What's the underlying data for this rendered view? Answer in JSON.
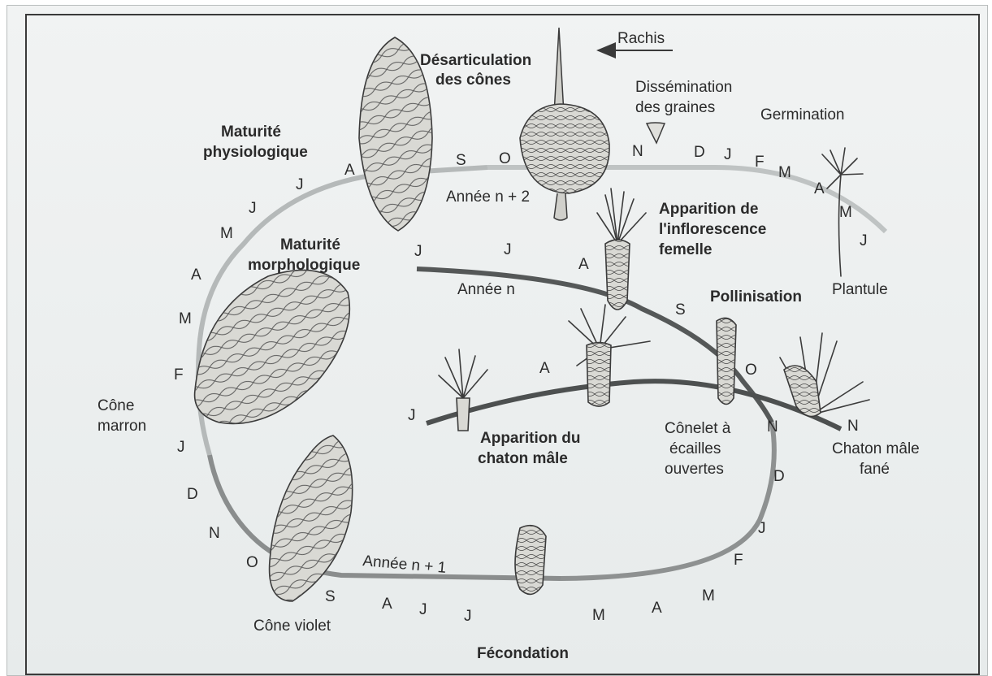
{
  "title": "",
  "stages": {
    "desarticulation": [
      "Désarticulation",
      "des cônes"
    ],
    "rachis": "Rachis",
    "dissemination": [
      "Dissémination",
      "des graines"
    ],
    "germination": "Germination",
    "maturite_physio": [
      "Maturité",
      "physiologique"
    ],
    "maturite_morpho": [
      "Maturité",
      "morphologique"
    ],
    "apparition_inflo": [
      "Apparition de",
      "l'inflorescence",
      "femelle"
    ],
    "pollinisation": "Pollinisation",
    "plantule": "Plantule",
    "cone_marron": [
      "Cône",
      "marron"
    ],
    "apparition_chaton": [
      "Apparition du",
      "chaton mâle"
    ],
    "conelet": [
      "Cônelet à",
      "écailles",
      "ouvertes"
    ],
    "chaton_fane": [
      "Chaton mâle",
      "fané"
    ],
    "cone_violet": "Cône violet",
    "fecondation": "Fécondation"
  },
  "years": {
    "n2": "Année n + 2",
    "n": "Année n",
    "n1": "Année n + 1"
  },
  "months": {
    "outer_top": [
      "J",
      "J",
      "A",
      "S",
      "O",
      "N",
      "D",
      "J",
      "F",
      "M",
      "A",
      "M",
      "J"
    ],
    "outer_left": [
      "M",
      "A",
      "M",
      "F",
      "J",
      "D",
      "N",
      "O"
    ],
    "year_n": [
      "J",
      "J",
      "A",
      "S",
      "O"
    ],
    "male": [
      "J",
      "A",
      "N",
      "N"
    ],
    "right": [
      "D",
      "J",
      "F",
      "M"
    ],
    "bottom": [
      "S",
      "A",
      "J",
      "J",
      "M",
      "A"
    ]
  }
}
